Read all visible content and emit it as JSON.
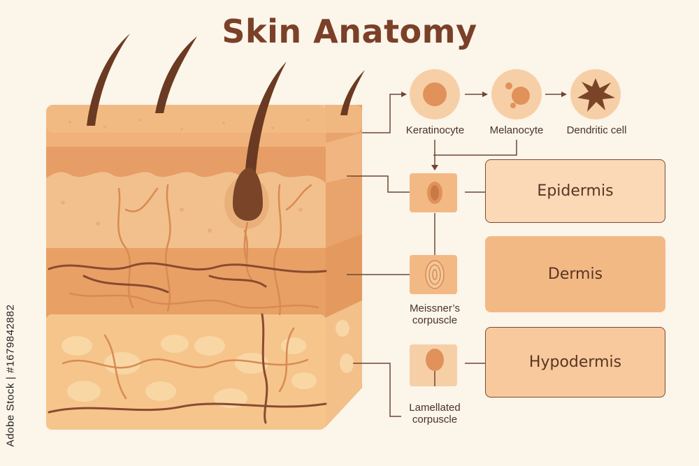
{
  "title": "Skin Anatomy",
  "cells": {
    "keratinocyte": "Keratinocyte",
    "melanocyte": "Melanocyte",
    "dendritic": "Dendritic cell"
  },
  "receptors": {
    "meissner": "Meissner’s corpuscle",
    "lamellated": "Lamellated corpuscle"
  },
  "layers": [
    "Epidermis",
    "Dermis",
    "Hypodermis"
  ],
  "side_text": "Adobe Stock | #1679842882",
  "colors": {
    "background": "#fbf5ea",
    "title": "#7a4028",
    "epidermis_top": "#eaa36c",
    "dermis": "#f2b983",
    "hypodermis": "#f5c58c",
    "vessel": "#d98a52",
    "hair": "#6a3a22",
    "box_epidermis": "#fbd8b6",
    "box_dermis": "#f3b985",
    "box_hypodermis": "#f7c99c"
  }
}
